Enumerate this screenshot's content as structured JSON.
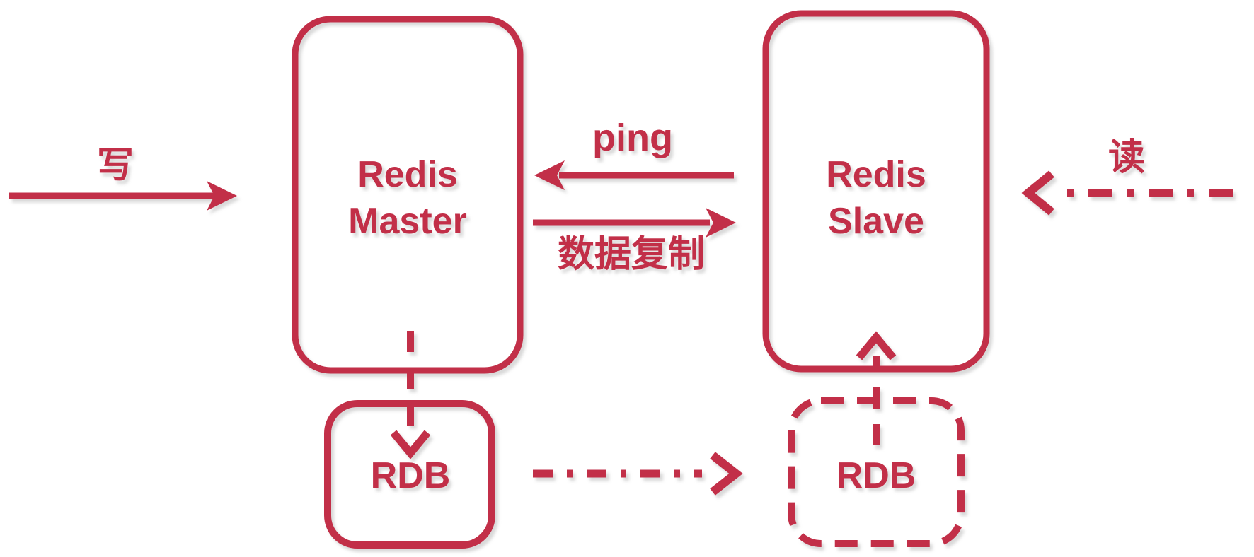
{
  "diagram": {
    "accent_color": "#c22f48",
    "background_color": "#ffffff",
    "nodes": {
      "master": {
        "line1": "Redis",
        "line2": "Master",
        "border": "solid"
      },
      "slave": {
        "line1": "Redis",
        "line2": "Slave",
        "border": "solid"
      },
      "rdb_master": {
        "label": "RDB",
        "border": "solid"
      },
      "rdb_slave": {
        "label": "RDB",
        "border": "dashed"
      }
    },
    "edges": {
      "write": {
        "label": "写",
        "style": "solid",
        "from": "client",
        "to": "master"
      },
      "ping": {
        "label": "ping",
        "style": "solid",
        "from": "slave",
        "to": "master"
      },
      "replication": {
        "label": "数据复制",
        "style": "solid",
        "from": "master",
        "to": "slave"
      },
      "read": {
        "label": "读",
        "style": "dash-dot",
        "from": "client",
        "to": "slave"
      },
      "master_to_rdb": {
        "label": "",
        "style": "dashed",
        "from": "master",
        "to": "rdb_master"
      },
      "rdb_to_slave": {
        "label": "",
        "style": "dashed",
        "from": "rdb_slave",
        "to": "slave"
      },
      "rdb_to_rdb": {
        "label": "",
        "style": "dash-dot",
        "from": "rdb_master",
        "to": "rdb_slave"
      }
    }
  }
}
